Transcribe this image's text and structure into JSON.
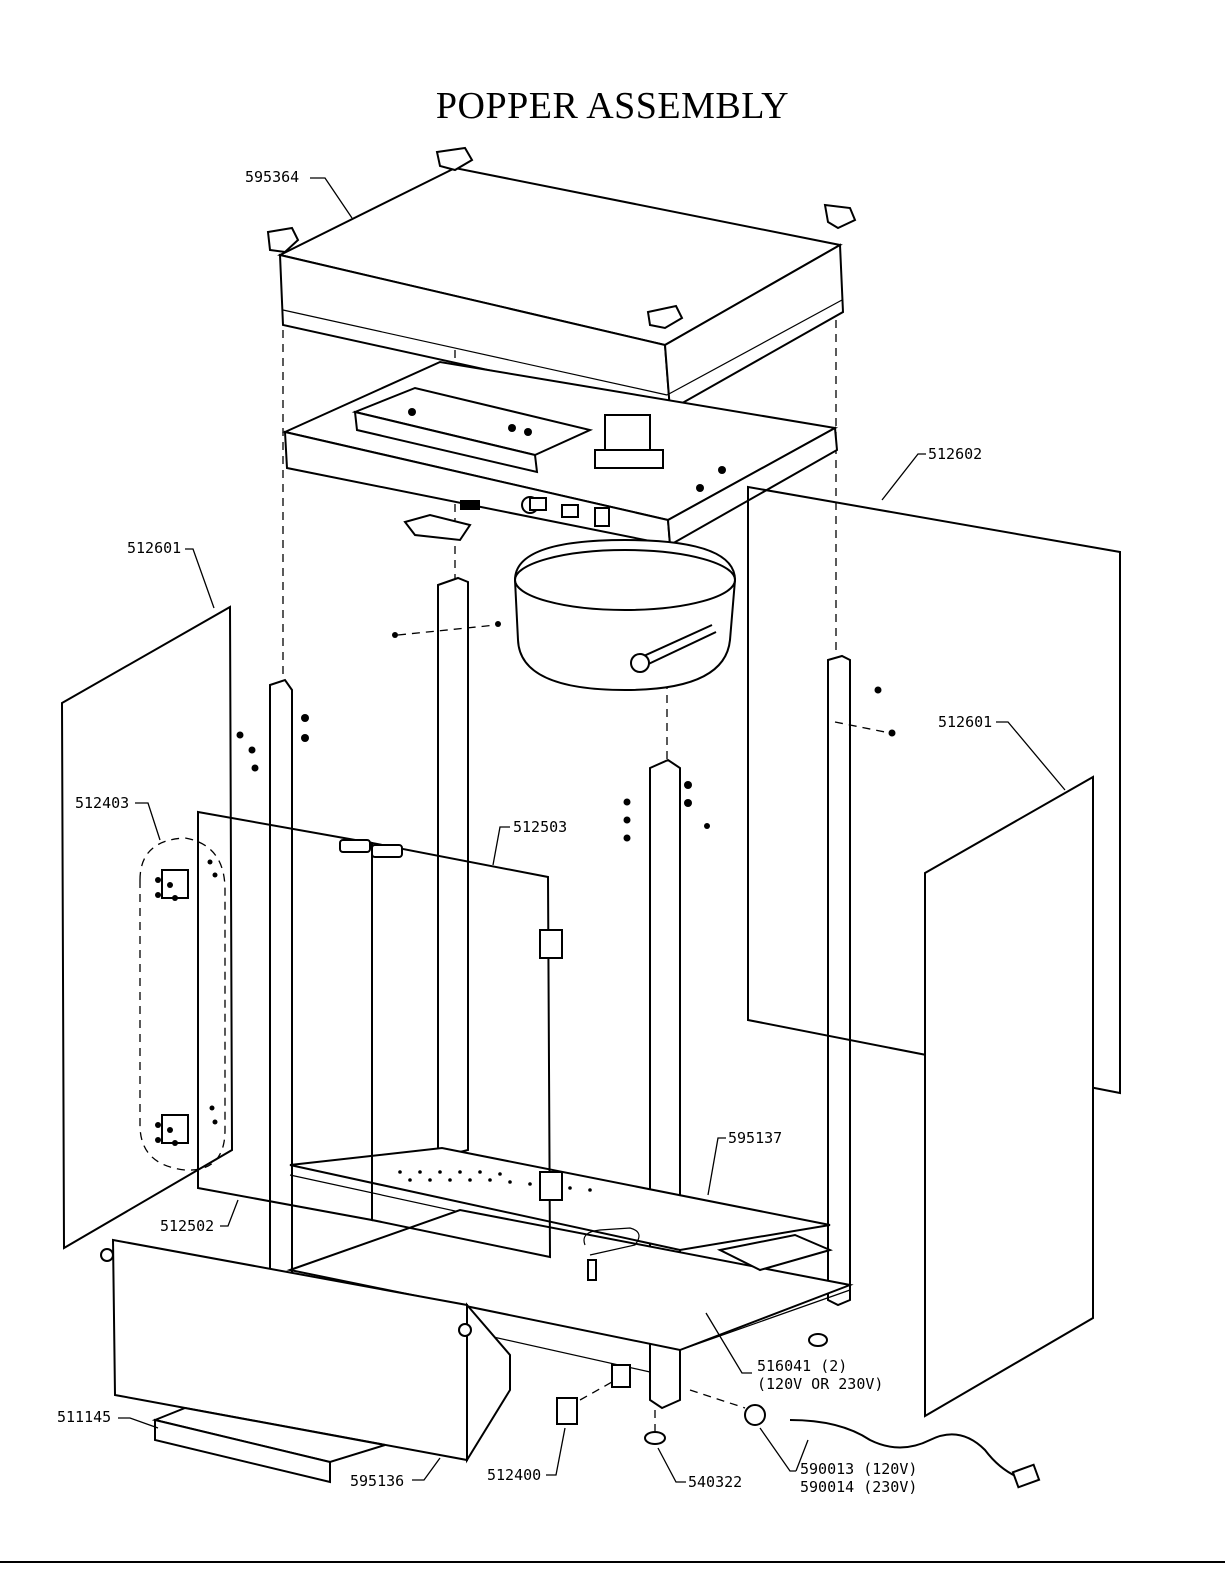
{
  "title": "POPPER ASSEMBLY",
  "labels": {
    "top_dome": "595364",
    "right_rear_panel": "512602",
    "left_side_panel": "512601",
    "right_side_panel": "512601",
    "door_hinge": "512403",
    "front_door": "512503",
    "left_door": "512502",
    "deck": "595137",
    "heater_line1": "516041 (2)",
    "heater_line2": "(120V OR 230V)",
    "base_cabinet": "511145",
    "drawer": "595136",
    "switch": "512400",
    "leg": "540322",
    "cord_line1": "590013 (120V)",
    "cord_line2": "590014 (230V)"
  }
}
